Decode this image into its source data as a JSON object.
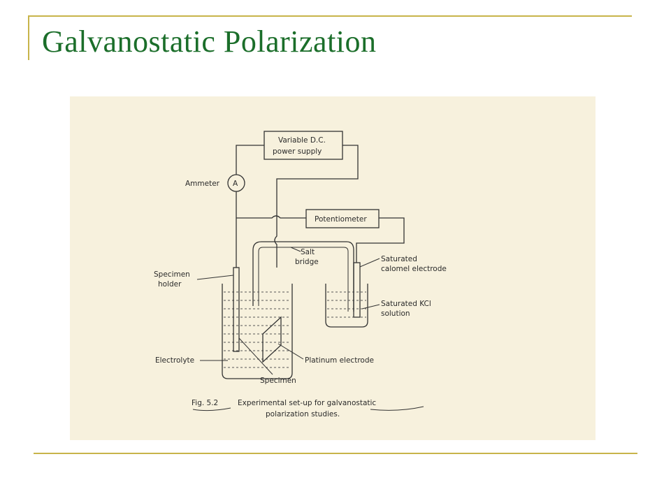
{
  "slide": {
    "title": "Galvanostatic Polarization"
  },
  "diagram": {
    "labels": {
      "power_supply_line1": "Variable D.C.",
      "power_supply_line2": "power supply",
      "ammeter": "Ammeter",
      "ammeter_symbol": "A",
      "potentiometer": "Potentiometer",
      "salt_bridge_line1": "Salt",
      "salt_bridge_line2": "bridge",
      "specimen_holder_line1": "Specimen",
      "specimen_holder_line2": "holder",
      "calomel_line1": "Saturated",
      "calomel_line2": "calomel electrode",
      "kcl_line1": "Saturated KCl",
      "kcl_line2": "solution",
      "electrolyte": "Electrolyte",
      "platinum": "Platinum electrode",
      "specimen": "Specimen"
    },
    "caption": {
      "fig_number": "Fig. 5.2",
      "line1": "Experimental set-up for galvanostatic",
      "line2": "polarization studies."
    }
  },
  "colors": {
    "title": "#1b6e2a",
    "rules": "#c8b44a",
    "scan_background": "#f7f1dd"
  }
}
